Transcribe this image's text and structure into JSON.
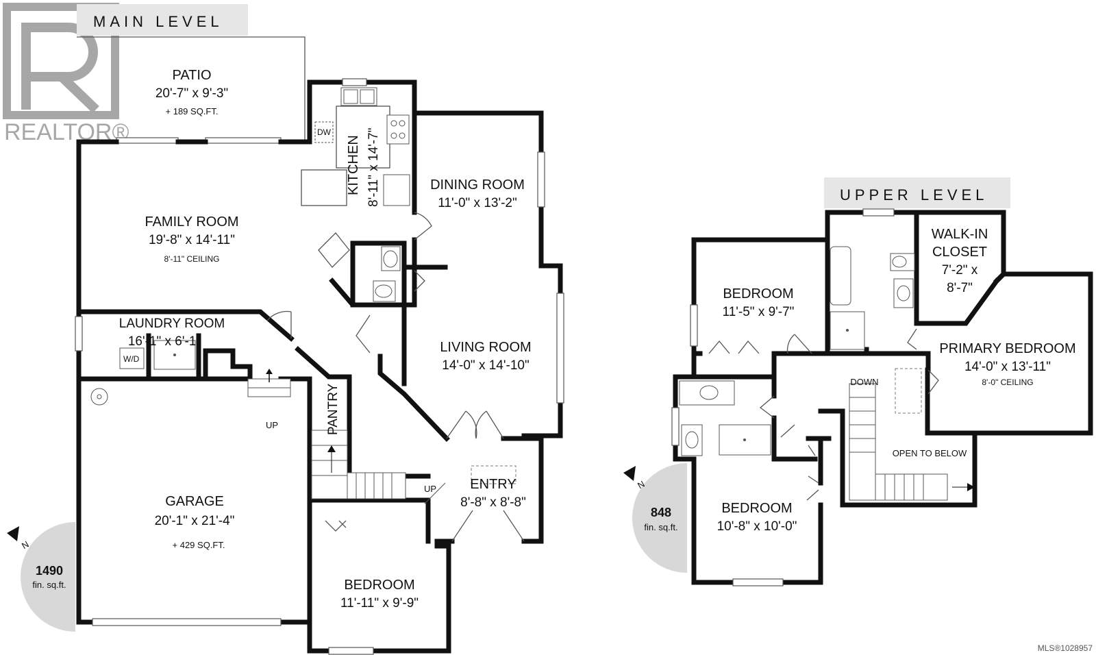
{
  "main_level": {
    "header": "MAIN LEVEL",
    "area_number": "1490",
    "area_unit": "fin. sq.ft.",
    "north": "N",
    "rooms": {
      "patio": {
        "name": "PATIO",
        "dims": "20'-7\" x 9'-3\"",
        "extra": "+ 189 SQ.FT."
      },
      "kitchen": {
        "name": "KITCHEN",
        "dims": "8'-11\" x 14'-7\"",
        "appliance": "DW"
      },
      "dining": {
        "name": "DINING ROOM",
        "dims": "11'-0\" x 13'-2\""
      },
      "family": {
        "name": "FAMILY ROOM",
        "dims": "19'-8\" x 14'-11\"",
        "extra": "8'-11\" CEILING"
      },
      "laundry": {
        "name": "LAUNDRY ROOM",
        "dims": "16'-1\" x 6'-1\"",
        "appliance": "W/D"
      },
      "living": {
        "name": "LIVING ROOM",
        "dims": "14'-0\" x 14'-10\""
      },
      "pantry": {
        "name": "PANTRY"
      },
      "garage": {
        "name": "GARAGE",
        "dims": "20'-1\" x 21'-4\"",
        "extra": "+ 429 SQ.FT."
      },
      "entry": {
        "name": "ENTRY",
        "dims": "8'-8\" x 8'-8\""
      },
      "bedroom": {
        "name": "BEDROOM",
        "dims": "11'-11\" x 9'-9\""
      }
    },
    "stair_labels": {
      "garage_up": "UP",
      "entry_up": "UP"
    }
  },
  "upper_level": {
    "header": "UPPER LEVEL",
    "area_number": "848",
    "area_unit": "fin. sq.ft.",
    "north": "N",
    "rooms": {
      "bedroom1": {
        "name": "BEDROOM",
        "dims": "11'-5\" x 9'-7\""
      },
      "walkin": {
        "line1": "WALK-IN",
        "line2": "CLOSET",
        "line3": "7'-2\" x",
        "line4": "8'-7\""
      },
      "primary": {
        "name": "PRIMARY BEDROOM",
        "dims": "14'-0\" x 13'-11\"",
        "extra": "8'-0\" CEILING"
      },
      "bedroom2": {
        "name": "BEDROOM",
        "dims": "10'-8\" x 10'-0\""
      },
      "open_below": {
        "name": "OPEN TO BELOW"
      }
    },
    "stair_labels": {
      "down": "DOWN"
    }
  },
  "logo": {
    "text": "REALTOR®",
    "color": "#8a8a8a"
  },
  "mls": "MLS®1028957"
}
